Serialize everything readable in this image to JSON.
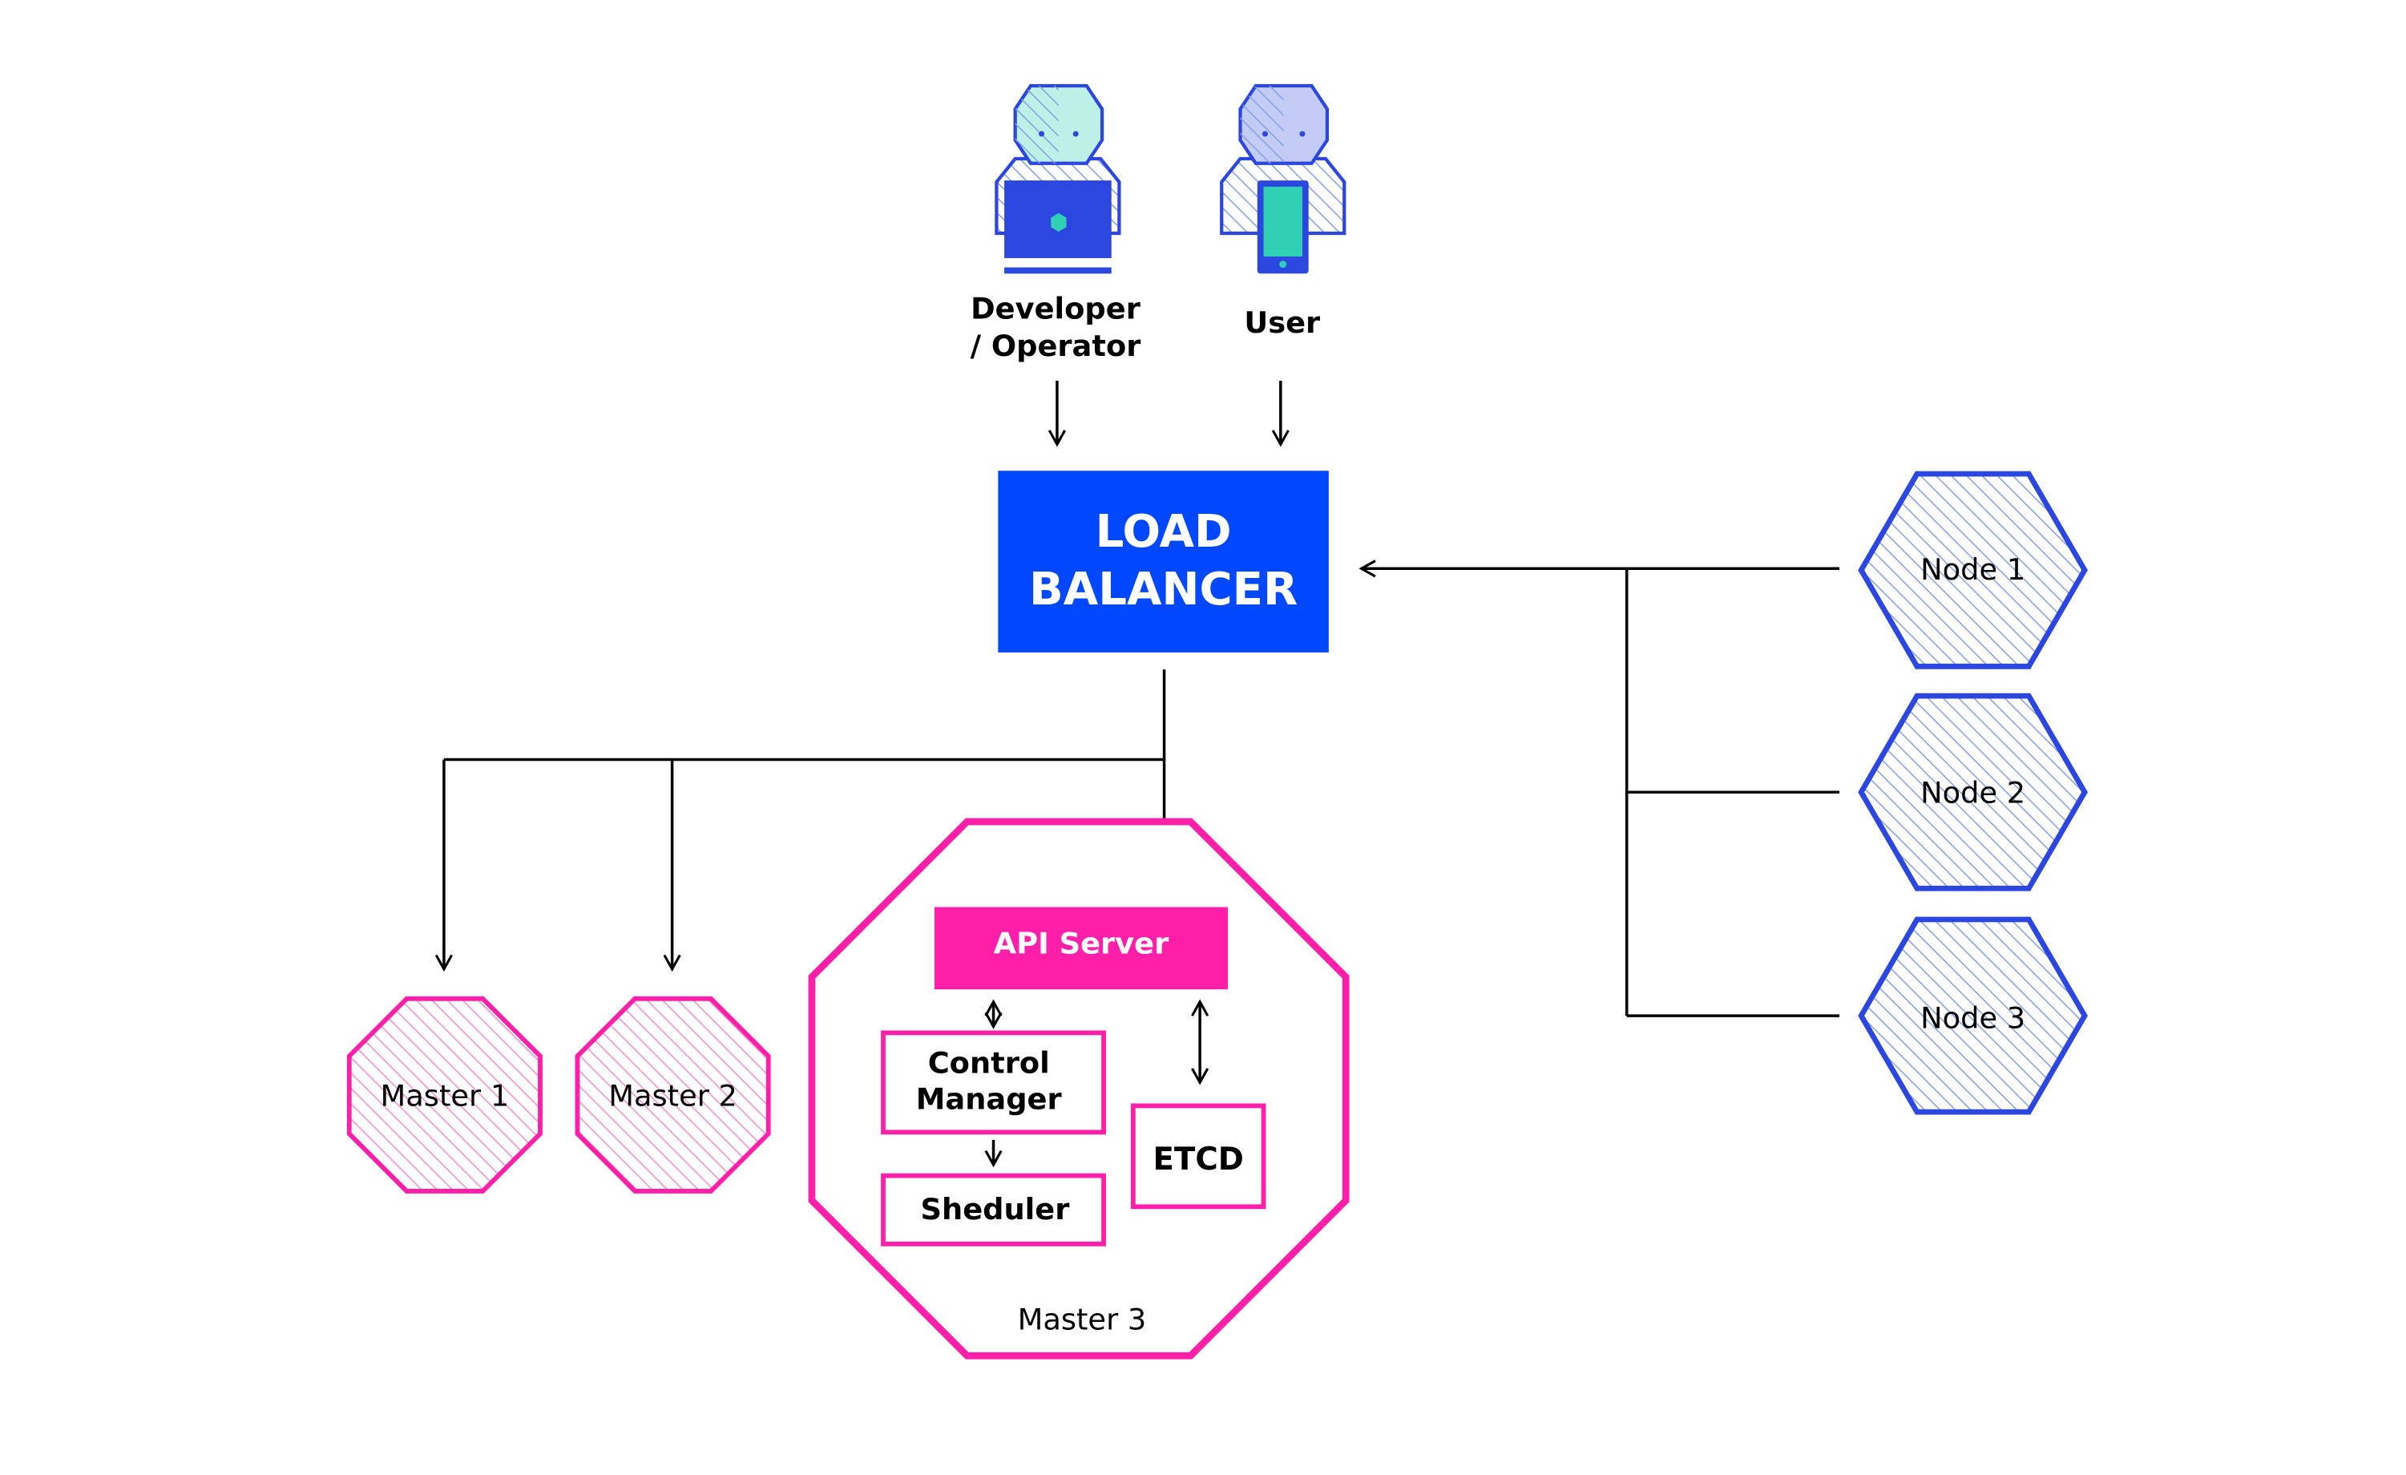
{
  "colors": {
    "blue": "#0048ff",
    "blue_outline": "#2c46e0",
    "pink": "#ff1fa8",
    "teal": "#2fd0b3",
    "ink": "#000000",
    "white": "#ffffff",
    "hatch_blue": "#8aa0e6",
    "hatch_pink": "#f590c9"
  },
  "actors": {
    "developer": {
      "line1": "Developer",
      "line2": "/ Operator",
      "icon": "developer-laptop-icon"
    },
    "user": {
      "label": "User",
      "icon": "user-phone-icon"
    }
  },
  "load_balancer": {
    "line1": "LOAD",
    "line2": "BALANCER"
  },
  "masters": {
    "master1": "Master 1",
    "master2": "Master  2",
    "master3": "Master  3"
  },
  "master3_components": {
    "api_server": "API Server",
    "control_manager_line1": "Control",
    "control_manager_line2": "Manager",
    "scheduler": "Sheduler",
    "etcd": "ETCD"
  },
  "nodes": [
    "Node 1",
    "Node 2",
    "Node 3"
  ]
}
